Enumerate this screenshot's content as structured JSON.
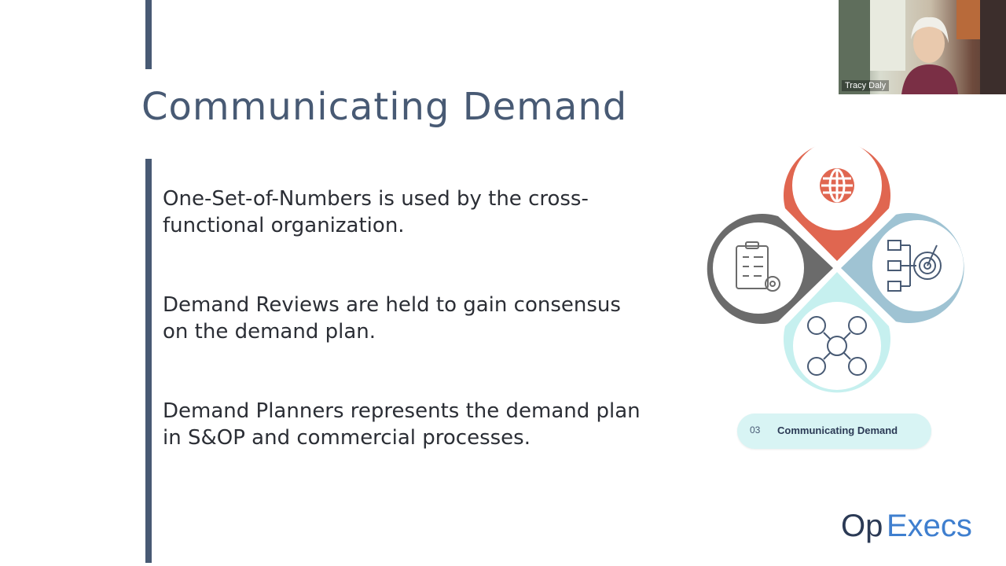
{
  "slide": {
    "title": "Communicating Demand",
    "bullets": [
      "One-Set-of-Numbers is used by the cross-functional organization.",
      "Demand Reviews are held to gain consensus on the demand plan.",
      "Demand Planners represents the demand plan in S&OP and commercial processes."
    ],
    "caption": {
      "number": "03",
      "label": "Communicating Demand"
    },
    "logo": {
      "text_op": "Op",
      "text_execs": "Execs"
    }
  },
  "video": {
    "participant_name": "Tracy Daly"
  },
  "diagram": {
    "icons": [
      "globe-icon",
      "target-flow-icon",
      "checklist-gear-icon",
      "people-network-icon"
    ],
    "colors": {
      "top": "#e06650",
      "right": "#9fc3d3",
      "left": "#6b6b6b",
      "bottom": "#c6f0ef",
      "icon_stroke": "#485a74"
    }
  },
  "colors": {
    "accent": "#485a74",
    "text": "#2b2e35",
    "logo_blue": "#3f7fcf"
  }
}
